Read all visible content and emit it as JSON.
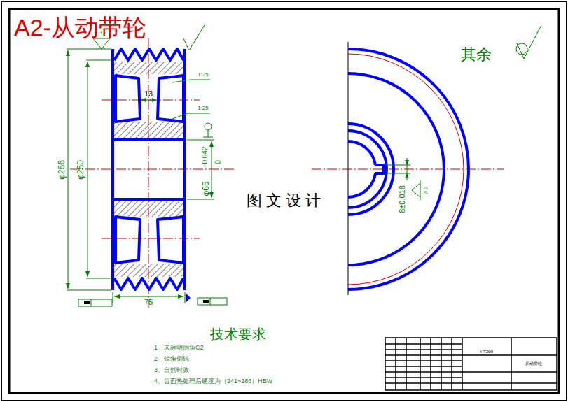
{
  "diagram": {
    "title": "A2-从动带轮",
    "labels": [
      "3.2",
      "1:25",
      "13",
      "1:25",
      "φ256",
      "φ250",
      "φ65",
      "+0.042",
      "0",
      "8±0.018",
      "3.2",
      "75",
      "其余",
      "图 文 设 计",
      "技术要求",
      "1、未标明倒角C2",
      "2、锐角倒钝",
      "3、自然时效",
      "4、齿面热处理后硬度为（241~286）HBW",
      "HT200",
      "从动带轮"
    ]
  }
}
